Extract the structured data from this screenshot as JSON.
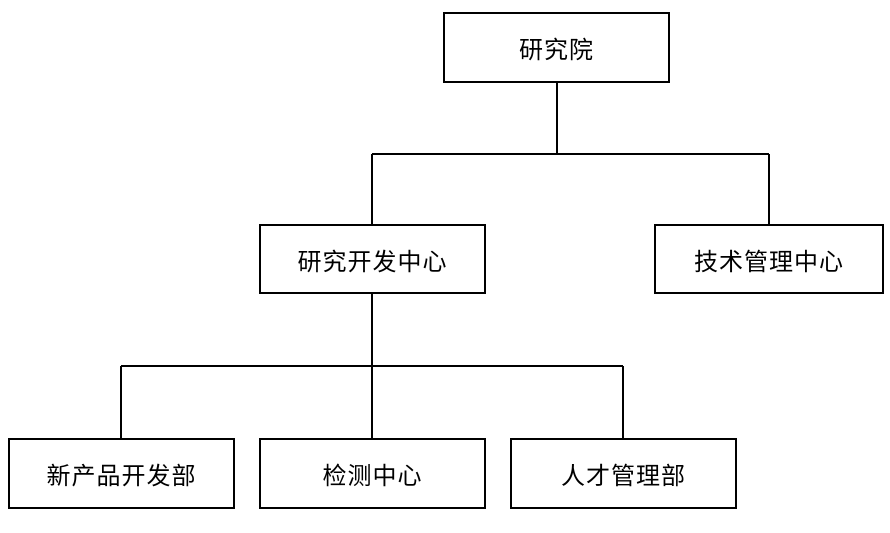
{
  "org_chart": {
    "root": {
      "label": "研究院"
    },
    "level2": [
      {
        "label": "研究开发中心"
      },
      {
        "label": "技术管理中心"
      }
    ],
    "level3": [
      {
        "label": "新产品开发部"
      },
      {
        "label": "检测中心"
      },
      {
        "label": "人才管理部"
      }
    ]
  },
  "colors": {
    "line": "#000000",
    "box_border": "#000000",
    "background": "#ffffff"
  }
}
